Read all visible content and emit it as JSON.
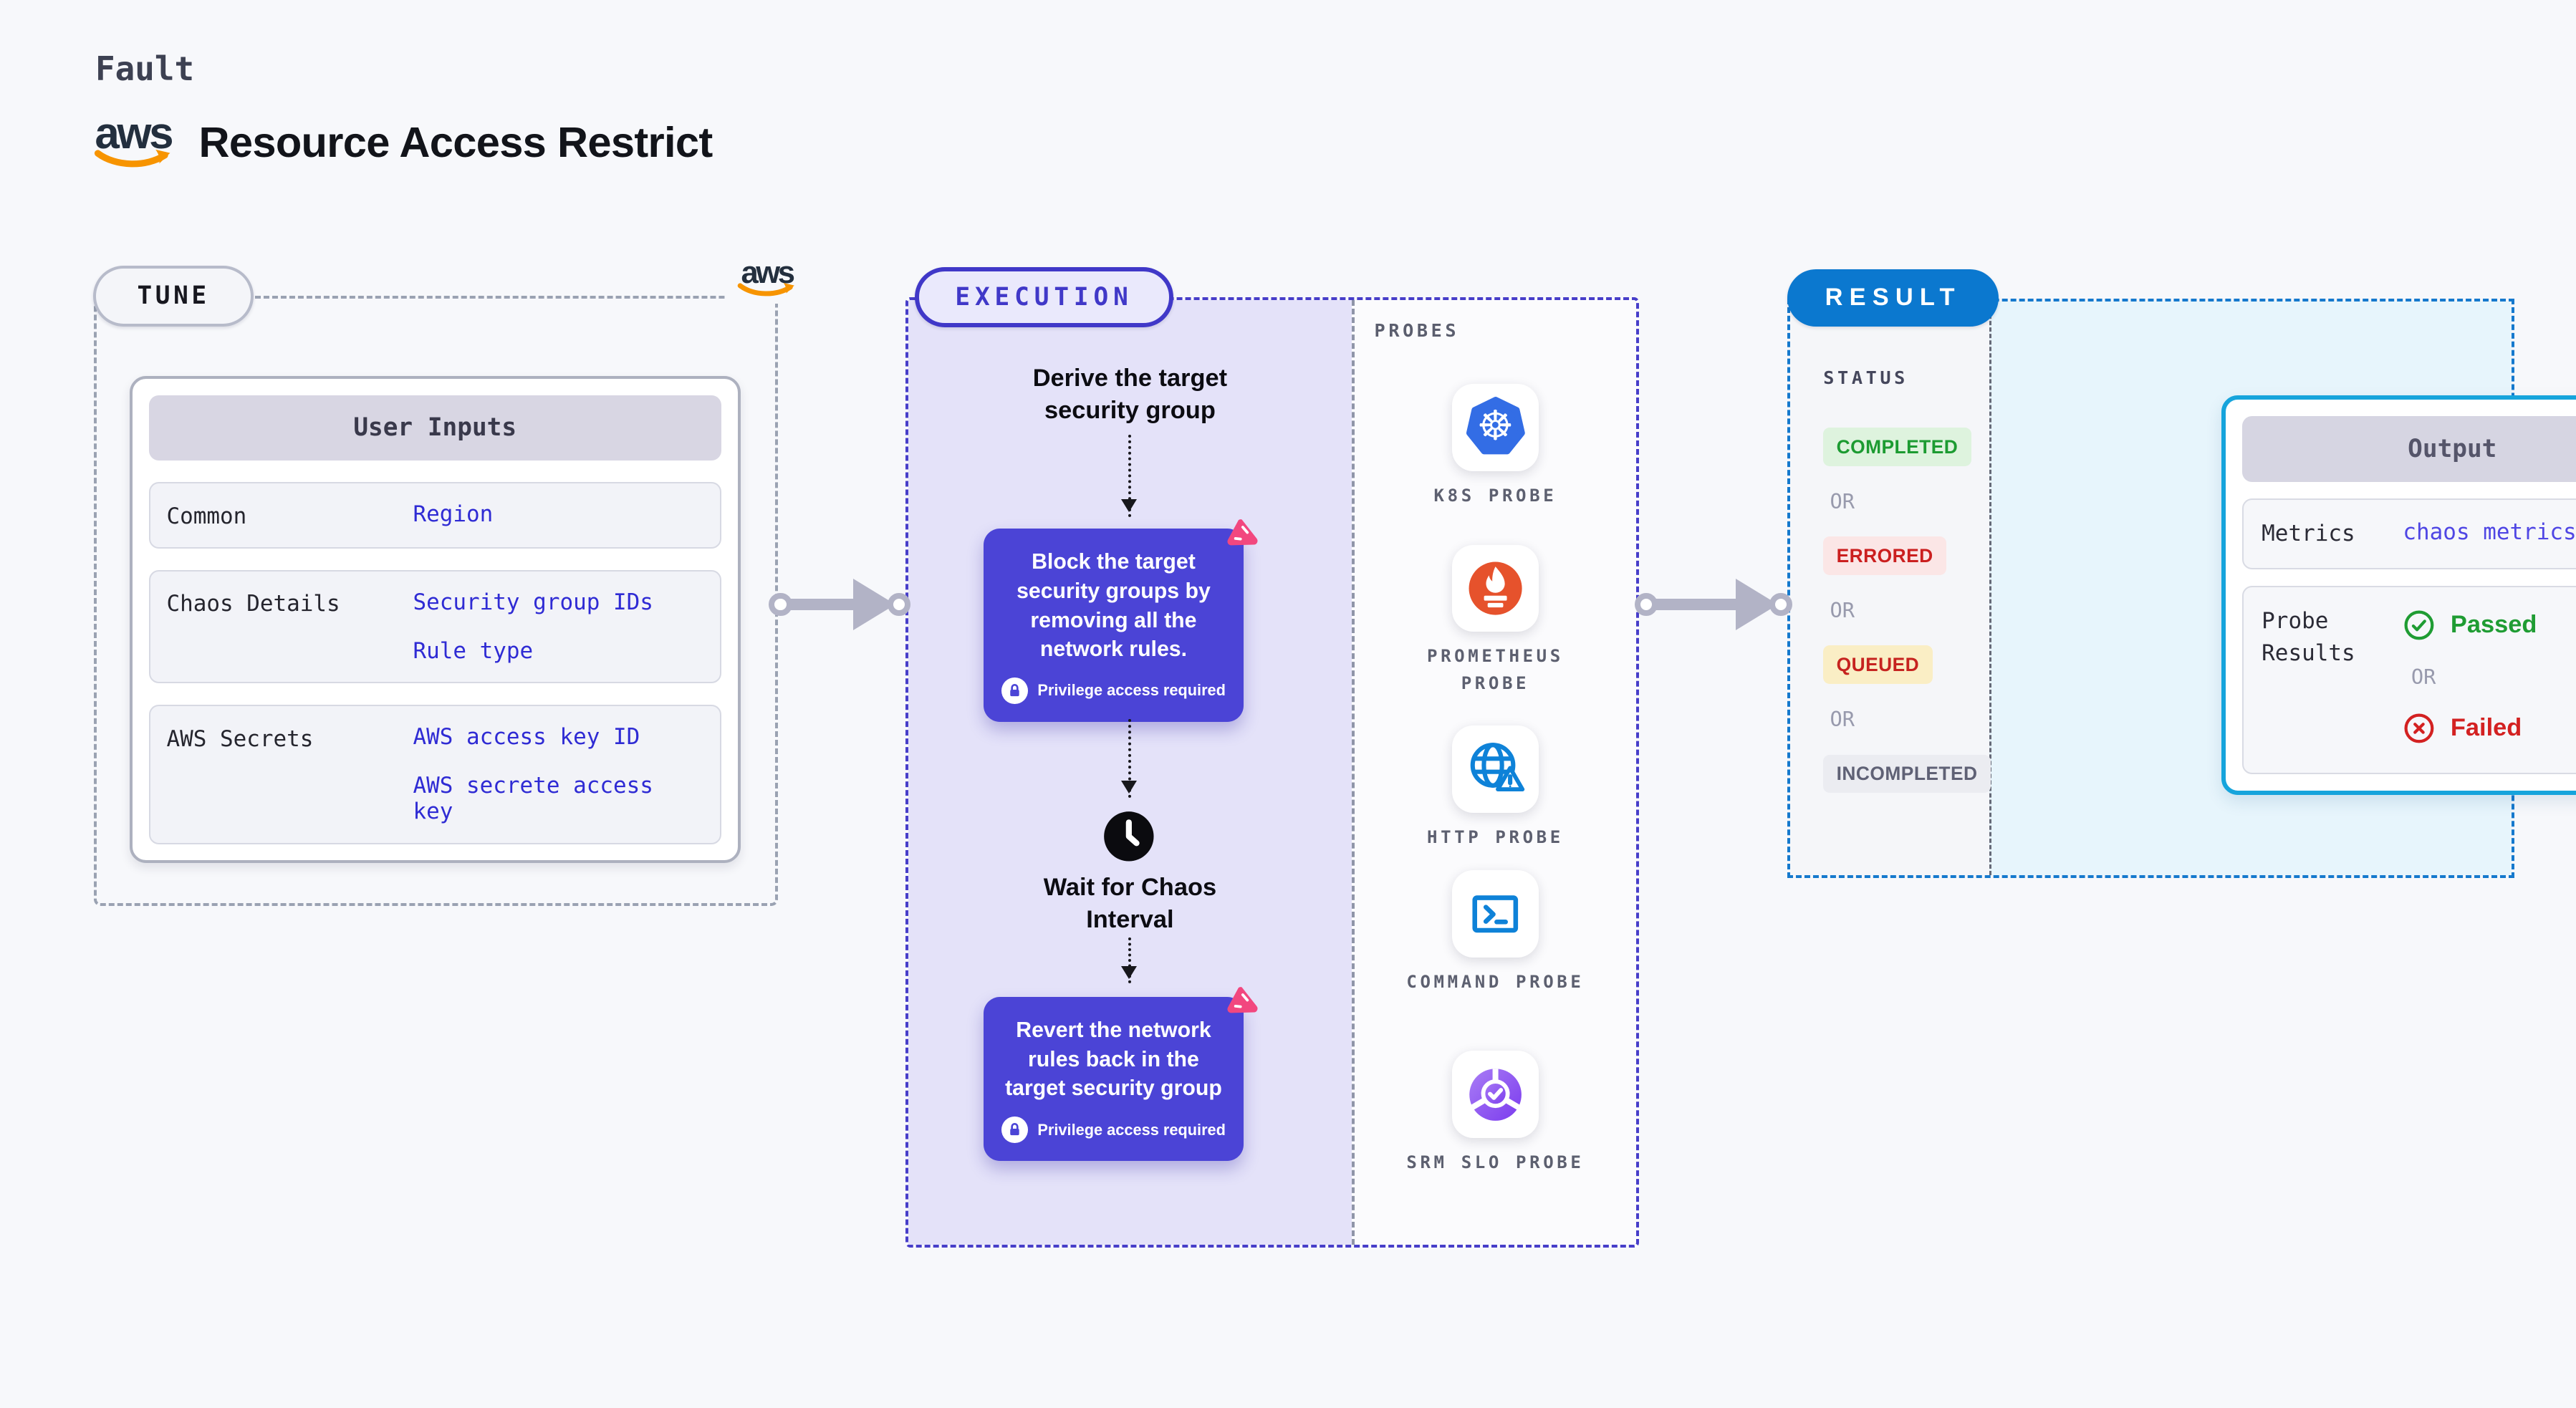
{
  "header": {
    "eyebrow": "Fault",
    "title": "Resource Access Restrict",
    "aws_logo_text": "aws"
  },
  "colors": {
    "accent_indigo": "#4b44d6",
    "execution_border": "#473ec9",
    "execution_bg": "#e4e2f9",
    "harness_pink": "#f2477f",
    "result_blue": "#0b78cf",
    "output_border": "#16a4dc",
    "aws_orange": "#f79400",
    "input_value_text": "#2f2bd4",
    "completed_green": "#1c9b31",
    "errored_red": "#cb1f1f",
    "queued_red_on_yellow": "#c6231f",
    "passed_green": "#1f9c33",
    "failed_red": "#d32121"
  },
  "tune": {
    "badge": "TUNE",
    "table": {
      "header": "User Inputs",
      "rows": [
        {
          "label": "Common",
          "values": [
            "Region"
          ]
        },
        {
          "label": "Chaos Details",
          "values": [
            "Security group IDs",
            "Rule type"
          ]
        },
        {
          "label": "AWS Secrets",
          "values": [
            "AWS access key ID",
            "AWS secrete access key"
          ]
        }
      ]
    }
  },
  "execution": {
    "badge": "EXECUTION",
    "step_derive": "Derive the target security group",
    "step_block": "Block the target security groups by removing all the network rules.",
    "step_wait": "Wait for Chaos Interval",
    "step_revert": "Revert the network rules back in the target security group",
    "privilege_label": "Privilege access required"
  },
  "probes": {
    "heading": "PROBES",
    "items": [
      {
        "label": "K8S PROBE",
        "icon": "kubernetes-icon"
      },
      {
        "label": "PROMETHEUS PROBE",
        "icon": "prometheus-icon"
      },
      {
        "label": "HTTP PROBE",
        "icon": "http-globe-warning-icon"
      },
      {
        "label": "COMMAND PROBE",
        "icon": "terminal-icon"
      },
      {
        "label": "SRM SLO PROBE",
        "icon": "slo-pie-check-icon"
      }
    ]
  },
  "result": {
    "badge": "RESULT",
    "status_heading": "STATUS",
    "or_label": "OR",
    "statuses": [
      {
        "label": "COMPLETED",
        "text_color": "#1c9b31",
        "bg": "#def3de"
      },
      {
        "label": "ERRORED",
        "text_color": "#cb1f1f",
        "bg": "#fbe6e6"
      },
      {
        "label": "QUEUED",
        "text_color": "#c6231f",
        "bg": "#faeec5"
      },
      {
        "label": "INCOMPLETED",
        "text_color": "#5f6175",
        "bg": "#ebecf1"
      }
    ],
    "output": {
      "header": "Output",
      "metrics_label": "Metrics",
      "metrics_value": "chaos metrics",
      "probe_results_label": "Probe Results",
      "passed_label": "Passed",
      "failed_label": "Failed"
    }
  }
}
